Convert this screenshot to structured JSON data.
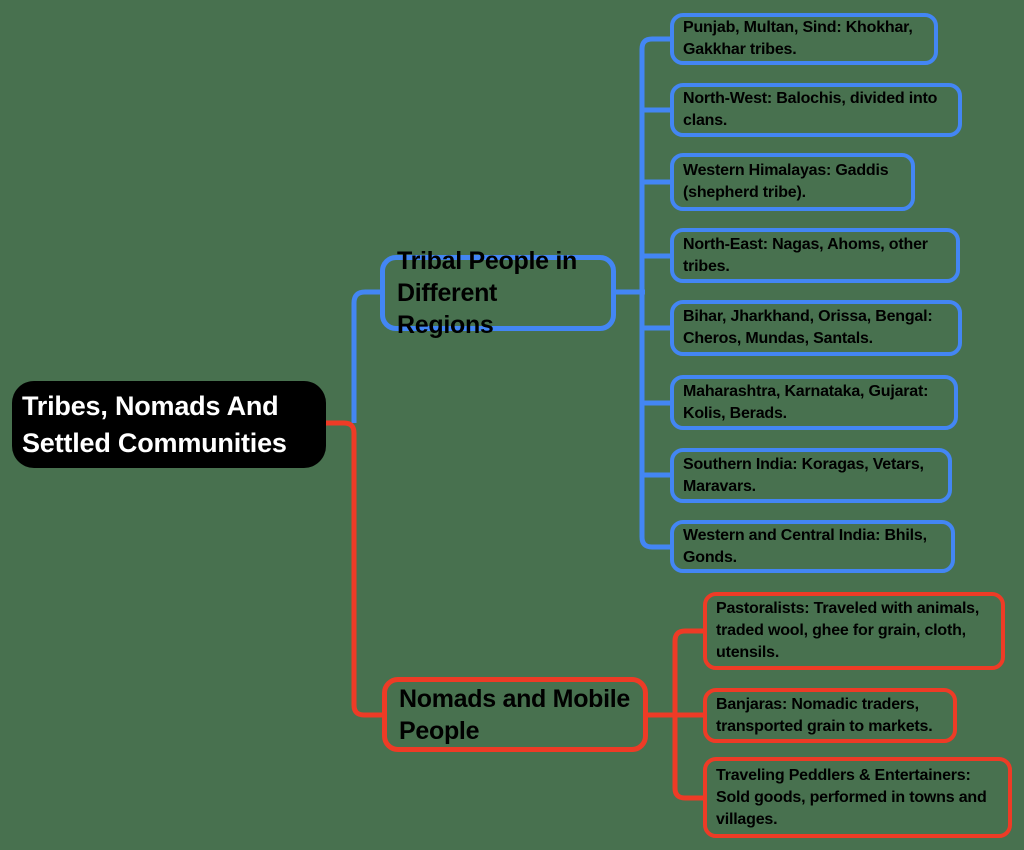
{
  "colors": {
    "background": "#48714F",
    "branch_blue": "#4386F4",
    "branch_red": "#EE3B26",
    "root_bg": "#000000",
    "root_text": "#FFFFFF",
    "node_text": "#000000"
  },
  "root": {
    "label": "Tribes, Nomads And\nSettled Communities"
  },
  "branches": [
    {
      "label": "Tribal People in\nDifferent Regions",
      "color": "#4386F4",
      "children": [
        "Punjab, Multan, Sind: Khokhar,\nGakkhar tribes.",
        "North-West: Balochis, divided into\nclans.",
        "Western Himalayas: Gaddis\n(shepherd tribe).",
        "North-East: Nagas, Ahoms, other\ntribes.",
        "Bihar, Jharkhand, Orissa, Bengal:\nCheros, Mundas, Santals.",
        "Maharashtra, Karnataka, Gujarat:\nKolis, Berads.",
        "Southern India: Koragas, Vetars,\nMaravars.",
        "Western and Central India: Bhils,\nGonds."
      ]
    },
    {
      "label": "Nomads and Mobile\nPeople",
      "color": "#EE3B26",
      "children": [
        "Pastoralists: Traveled with animals,\ntraded wool, ghee for grain, cloth,\nutensils.",
        "Banjaras: Nomadic traders,\ntransported grain to markets.",
        "Traveling Peddlers & Entertainers:\nSold goods, performed in towns and\nvillages."
      ]
    }
  ]
}
